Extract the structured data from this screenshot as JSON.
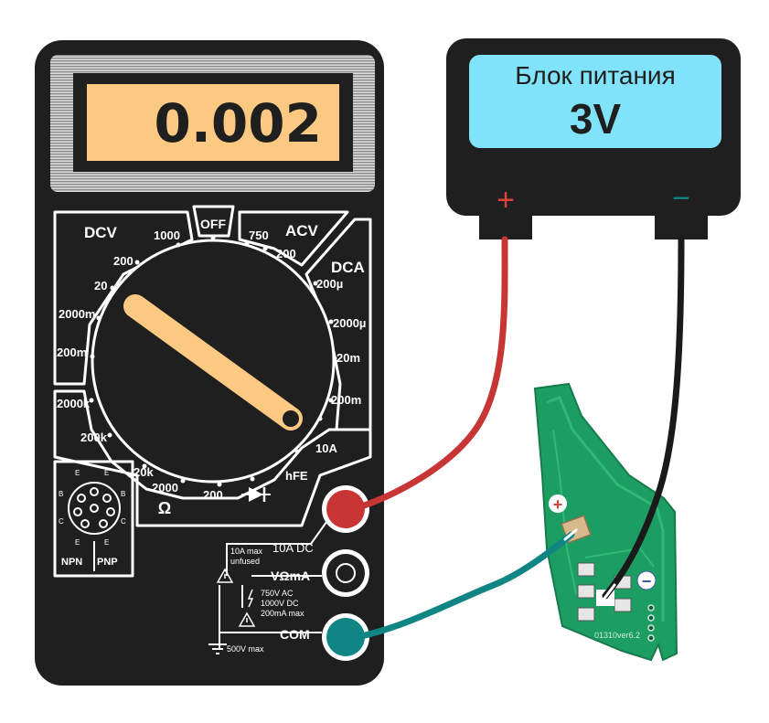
{
  "multimeter": {
    "reading": "0.002",
    "section_labels": {
      "dcv": "DCV",
      "acv": "ACV",
      "dca": "DCA",
      "off": "OFF",
      "ohm": "Ω"
    },
    "dcv_ranges": [
      "1000",
      "200",
      "20",
      "2000m",
      "200m"
    ],
    "acv_ranges": [
      "750",
      "200"
    ],
    "dca_ranges": [
      "200µ",
      "2000µ",
      "20m",
      "200m"
    ],
    "ohm_ranges": [
      "2000k",
      "200k",
      "20k",
      "2000",
      "200"
    ],
    "amp_10a": "10A",
    "hfe": "hFE",
    "transistor": {
      "npn": "NPN",
      "pnp": "PNP",
      "pins": [
        "E",
        "B",
        "C",
        "E",
        "E",
        "B",
        "C",
        "E"
      ]
    },
    "jacks": {
      "a10_label": "10A DC",
      "a10_warning": [
        "10A max",
        "unfused"
      ],
      "vohm_label": "VΩmA",
      "vohm_warning": [
        "750V AC",
        "1000V DC",
        "200mA max"
      ],
      "com_label": "COM",
      "com_warning": "500V max"
    }
  },
  "power_supply": {
    "title": "Блок питания",
    "voltage": "3V",
    "plus": "+",
    "minus": "−"
  },
  "pcb": {
    "plus_marker": "+",
    "minus_marker": "−",
    "silk_text": "01310ver6.2"
  },
  "colors": {
    "body": "#1f1f1f",
    "lcd": "#fbc981",
    "psu_screen": "#80e3f9",
    "red_probe": "#c73535",
    "teal_probe": "#0f8584",
    "black_probe": "#1a1a1a",
    "pcb_green": "#1c9e62",
    "knob_pointer": "#fbc981"
  }
}
